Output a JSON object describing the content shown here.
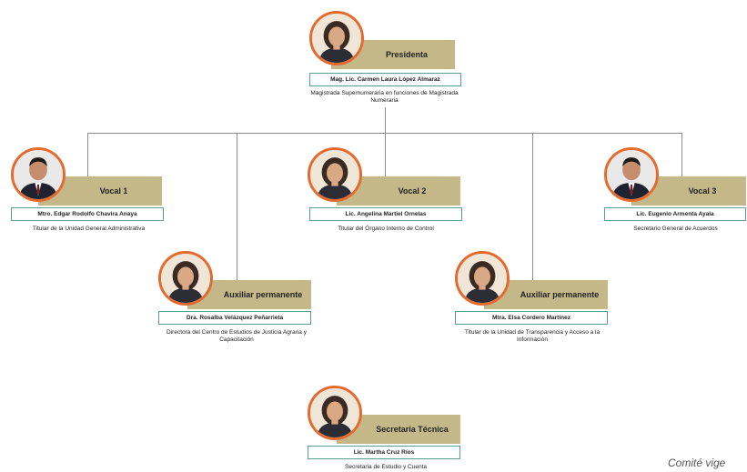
{
  "members": [
    {
      "key": "presidenta",
      "role": "Presidenta",
      "name": "Mag. Lic. Carmen Laura López Almaraz",
      "title": "Magistrada Supernumeraria en funciones de Magistrada Numeraria",
      "photo_icon": "woman-portrait-icon"
    },
    {
      "key": "vocal-1",
      "role": "Vocal 1",
      "name": "Mtro. Edgar Rodolfo Chavira Anaya",
      "title": "Titular de la Unidad General Administrativa",
      "photo_icon": "man-portrait-icon"
    },
    {
      "key": "vocal-2",
      "role": "Vocal 2",
      "name": "Lic. Angelina Martiel Ornelas",
      "title": "Titular del Órgano Interno de Control",
      "photo_icon": "woman-portrait-icon"
    },
    {
      "key": "vocal-3",
      "role": "Vocal 3",
      "name": "Lic. Eugenio Armenta Ayala",
      "title": "Secretario General de Acuerdos",
      "photo_icon": "man-portrait-icon"
    },
    {
      "key": "auxiliar-1",
      "role": "Auxiliar permanente",
      "name": "Dra. Rosalba Velázquez Peñarrieta",
      "title": "Directora del Centro de Estudios de Justicia Agraria y Capacitación",
      "photo_icon": "woman-portrait-icon"
    },
    {
      "key": "auxiliar-2",
      "role": "Auxiliar permanente",
      "name": "Mtra. Elsa Cordero Martínez",
      "title": "Titular de la Unidad de Transparencia y Acceso a la Información",
      "photo_icon": "woman-portrait-icon"
    },
    {
      "key": "secretaria",
      "role": "Secretaria Técnica",
      "name": "Lic. Martha Cruz Ríos",
      "title": "Secretaria de Estudio y Cuenta",
      "photo_icon": "woman-portrait-icon"
    }
  ],
  "footer": "Comité vige",
  "colors": {
    "photo_ring": "#e56a2e",
    "role_band": "#c4b788",
    "name_border": "#5a9e8e",
    "connector": "#8c8c8c"
  }
}
